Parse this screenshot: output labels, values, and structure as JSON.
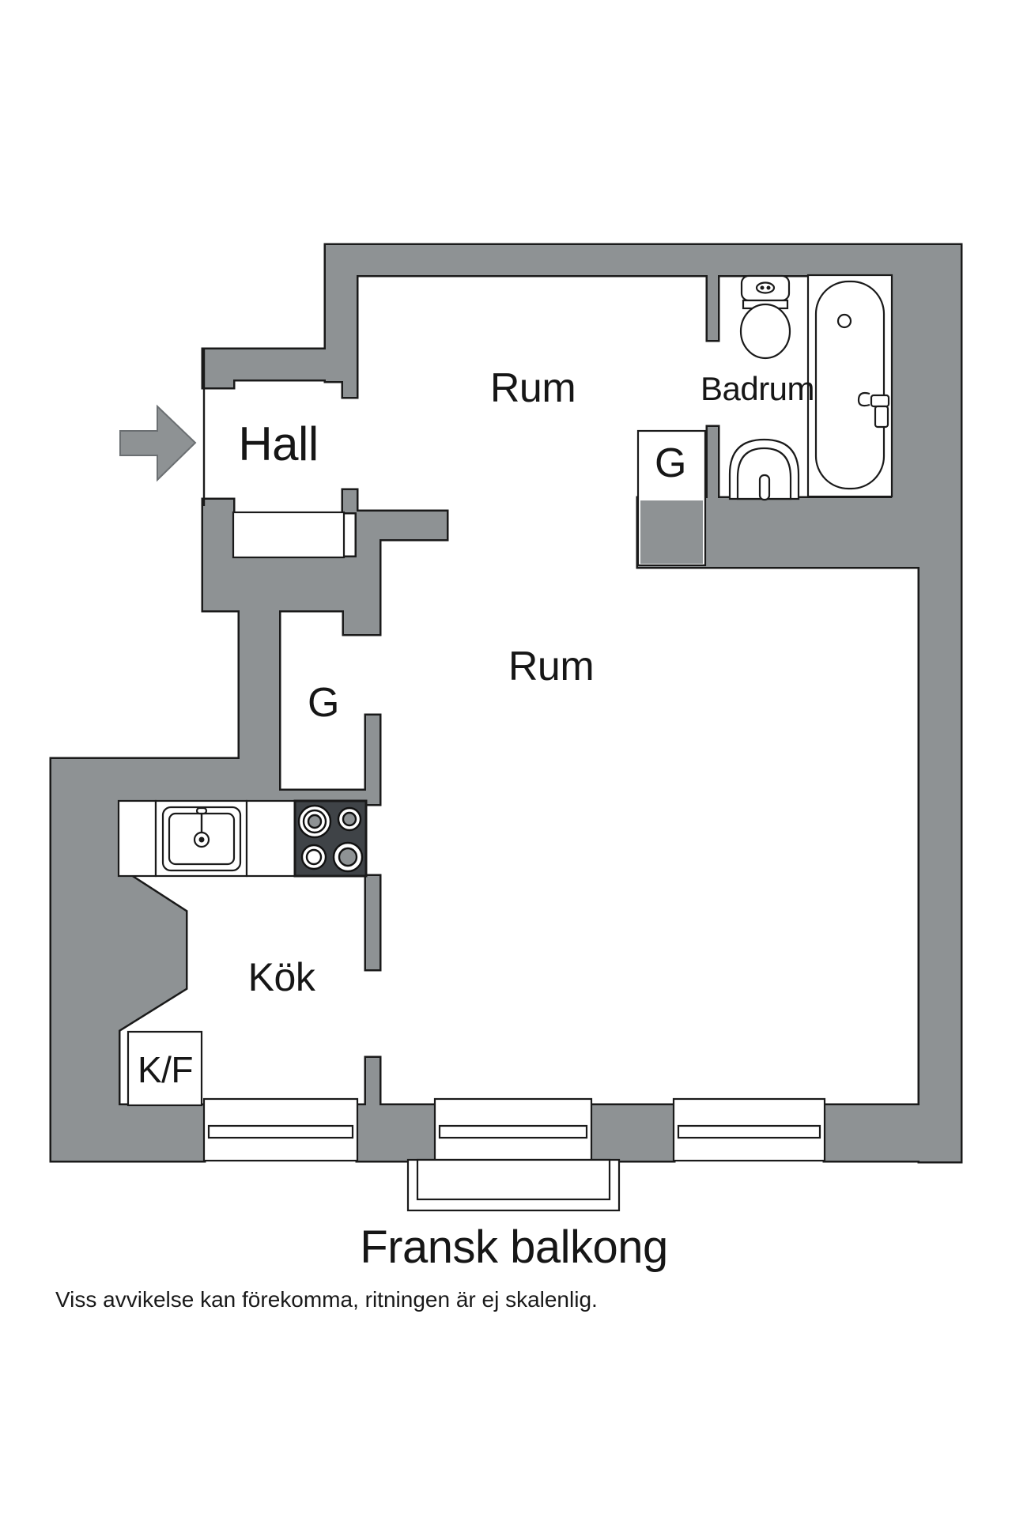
{
  "floorplan": {
    "labels": {
      "hall": "Hall",
      "room_top": "Rum",
      "bathroom": "Badrum",
      "closet_bathroom": "G",
      "closet_hall": "G",
      "room_main": "Rum",
      "kitchen": "Kök",
      "fridge_freezer": "K/F",
      "french_balcony": "Fransk balkong"
    },
    "disclaimer": "Viss avvikelse kan förekomma, ritningen är ej skalenlig.",
    "colors": {
      "wall": "#8E9294",
      "stove": "#3F4347",
      "line": "#1A1A1A"
    }
  }
}
